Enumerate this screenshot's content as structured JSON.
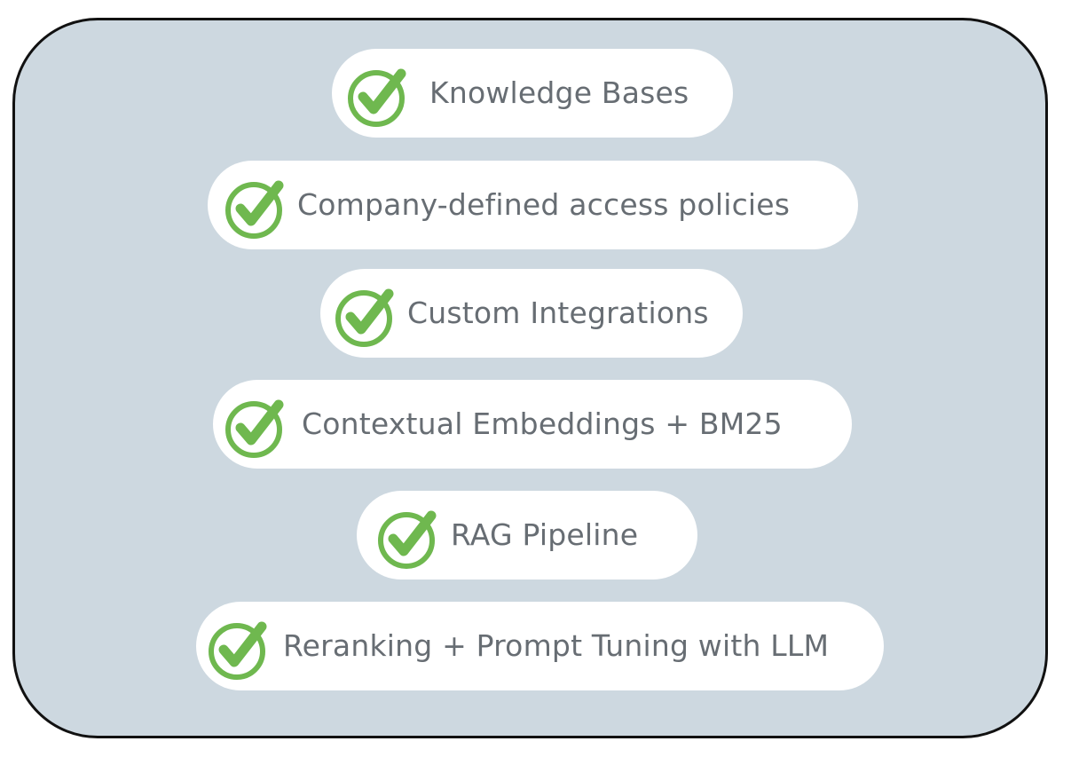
{
  "colors": {
    "panel_background": "#cdd8e0",
    "panel_border": "#111111",
    "pill_background": "#ffffff",
    "check_green": "#6fb84f",
    "label_text": "#676d73"
  },
  "items": [
    {
      "label": "Knowledge Bases",
      "icon": "check-circle-icon"
    },
    {
      "label": "Company-defined access policies",
      "icon": "check-circle-icon"
    },
    {
      "label": "Custom Integrations",
      "icon": "check-circle-icon"
    },
    {
      "label": "Contextual Embeddings + BM25",
      "icon": "check-circle-icon"
    },
    {
      "label": "RAG Pipeline",
      "icon": "check-circle-icon"
    },
    {
      "label": "Reranking + Prompt Tuning with LLM",
      "icon": "check-circle-icon"
    }
  ]
}
